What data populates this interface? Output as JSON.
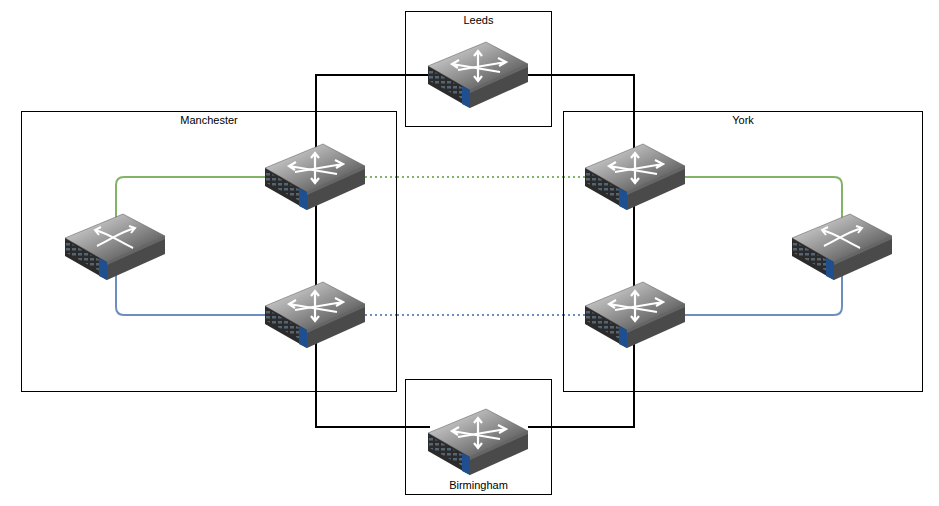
{
  "diagram": {
    "nodes": [
      {
        "text": [
          "Leeds"
        ]
      },
      {
        "text": [
          "Manchester"
        ]
      },
      {
        "text": [
          "York"
        ]
      },
      {
        "text": [
          "Birmingham"
        ]
      }
    ],
    "edges": [
      {
        "from": 0,
        "to": 1,
        "arrow": "none"
      },
      {
        "from": 0,
        "to": 2,
        "arrow": "none"
      },
      {
        "from": 1,
        "to": 2,
        "arrow": "none"
      },
      {
        "from": 1,
        "to": 2,
        "arrow": "none"
      },
      {
        "from": 3,
        "to": 1,
        "arrow": "none"
      },
      {
        "from": 3,
        "to": 2,
        "arrow": "none"
      }
    ]
  }
}
